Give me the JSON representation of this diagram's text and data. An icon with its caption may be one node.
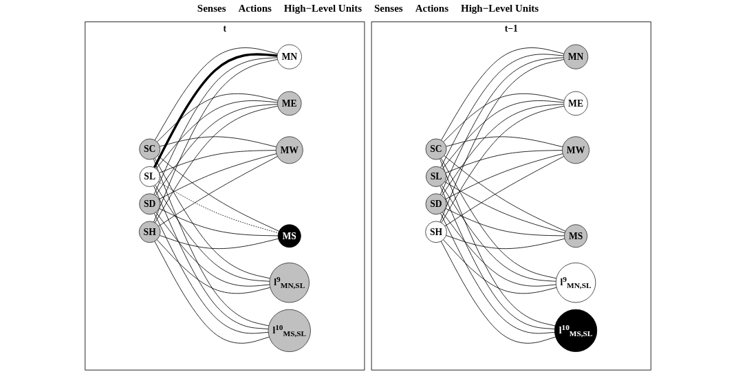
{
  "diagram": {
    "nodes": [
      {
        "text": [
          "t−1"
        ]
      },
      {
        "text": [
          "SC"
        ],
        "in": 0
      },
      {
        "text": [
          "SL"
        ],
        "in": 0
      },
      {
        "text": [
          "SD"
        ],
        "in": 0
      },
      {
        "text": [
          "SH"
        ],
        "in": 0
      },
      {
        "text": [
          "MN"
        ],
        "in": 0
      },
      {
        "text": [
          "ME"
        ],
        "in": 0
      },
      {
        "text": [
          "MW"
        ],
        "in": 0
      },
      {
        "text": [
          "MS"
        ],
        "in": 0
      },
      {
        "text": [
          "l$^{9}$$_{MN,SL}$"
        ],
        "in": 0
      },
      {
        "text": [
          "l$^{10}$$_{MS,SL}$"
        ],
        "in": 0
      },
      {
        "text": [
          "t"
        ]
      },
      {
        "text": [
          "SC"
        ],
        "in": 11
      },
      {
        "text": [
          "SL"
        ],
        "in": 11
      },
      {
        "text": [
          "SD"
        ],
        "in": 11
      },
      {
        "text": [
          "SH"
        ],
        "in": 11
      },
      {
        "text": [
          "MN"
        ],
        "in": 11
      },
      {
        "text": [
          "ME"
        ],
        "in": 11
      },
      {
        "text": [
          "MW"
        ],
        "in": 11
      },
      {
        "text": [
          "MS"
        ],
        "in": 11
      },
      {
        "text": [
          "l$^{9}$$_{MN,SL}$"
        ],
        "in": 11
      },
      {
        "text": [
          "l$^{10}$$_{MS,SL}$"
        ],
        "in": 11
      }
    ],
    "edges": [
      {
        "from": 1,
        "to": 5,
        "arrow": "none"
      },
      {
        "from": 1,
        "to": 6,
        "arrow": "none"
      },
      {
        "from": 1,
        "to": 7,
        "arrow": "none"
      },
      {
        "from": 1,
        "to": 8,
        "arrow": "none"
      },
      {
        "from": 1,
        "to": 9,
        "arrow": "none"
      },
      {
        "from": 1,
        "to": 10,
        "arrow": "none"
      },
      {
        "from": 2,
        "to": 5,
        "arrow": "none"
      },
      {
        "from": 2,
        "to": 6,
        "arrow": "none"
      },
      {
        "from": 2,
        "to": 7,
        "arrow": "none"
      },
      {
        "from": 2,
        "to": 8,
        "arrow": "none"
      },
      {
        "from": 2,
        "to": 9,
        "arrow": "none"
      },
      {
        "from": 2,
        "to": 10,
        "arrow": "none"
      },
      {
        "from": 3,
        "to": 5,
        "arrow": "none"
      },
      {
        "from": 3,
        "to": 6,
        "arrow": "none"
      },
      {
        "from": 3,
        "to": 7,
        "arrow": "none"
      },
      {
        "from": 3,
        "to": 8,
        "arrow": "none"
      },
      {
        "from": 3,
        "to": 9,
        "arrow": "none"
      },
      {
        "from": 3,
        "to": 10,
        "arrow": "none"
      },
      {
        "from": 4,
        "to": 5,
        "arrow": "none"
      },
      {
        "from": 4,
        "to": 6,
        "arrow": "none"
      },
      {
        "from": 4,
        "to": 7,
        "arrow": "none"
      },
      {
        "from": 4,
        "to": 8,
        "arrow": "none"
      },
      {
        "from": 4,
        "to": 9,
        "arrow": "none"
      },
      {
        "from": 4,
        "to": 10,
        "arrow": "none"
      },
      {
        "from": 12,
        "to": 16,
        "arrow": "none"
      },
      {
        "from": 12,
        "to": 17,
        "arrow": "none"
      },
      {
        "from": 12,
        "to": 18,
        "arrow": "none"
      },
      {
        "from": 12,
        "to": 19,
        "arrow": "none"
      },
      {
        "from": 12,
        "to": 20,
        "arrow": "none"
      },
      {
        "from": 12,
        "to": 21,
        "arrow": "none"
      },
      {
        "from": 13,
        "to": 16,
        "arrow": "none",
        "style": "thick"
      },
      {
        "from": 13,
        "to": 17,
        "arrow": "none"
      },
      {
        "from": 13,
        "to": 18,
        "arrow": "none"
      },
      {
        "from": 13,
        "to": 19,
        "arrow": "none",
        "style": "dashed"
      },
      {
        "from": 13,
        "to": 20,
        "arrow": "none"
      },
      {
        "from": 13,
        "to": 21,
        "arrow": "none"
      },
      {
        "from": 14,
        "to": 16,
        "arrow": "none"
      },
      {
        "from": 14,
        "to": 17,
        "arrow": "none"
      },
      {
        "from": 14,
        "to": 18,
        "arrow": "none"
      },
      {
        "from": 14,
        "to": 19,
        "arrow": "none"
      },
      {
        "from": 14,
        "to": 20,
        "arrow": "none"
      },
      {
        "from": 14,
        "to": 21,
        "arrow": "none"
      },
      {
        "from": 15,
        "to": 16,
        "arrow": "none"
      },
      {
        "from": 15,
        "to": 17,
        "arrow": "none"
      },
      {
        "from": 15,
        "to": 18,
        "arrow": "none"
      },
      {
        "from": 15,
        "to": 19,
        "arrow": "none"
      },
      {
        "from": 15,
        "to": 20,
        "arrow": "none"
      },
      {
        "from": 15,
        "to": 21,
        "arrow": "none"
      }
    ],
    "labels": [
      "Senses",
      "Actions",
      "High−Level Units",
      "Senses",
      "Actions",
      "High−Level Units"
    ]
  }
}
